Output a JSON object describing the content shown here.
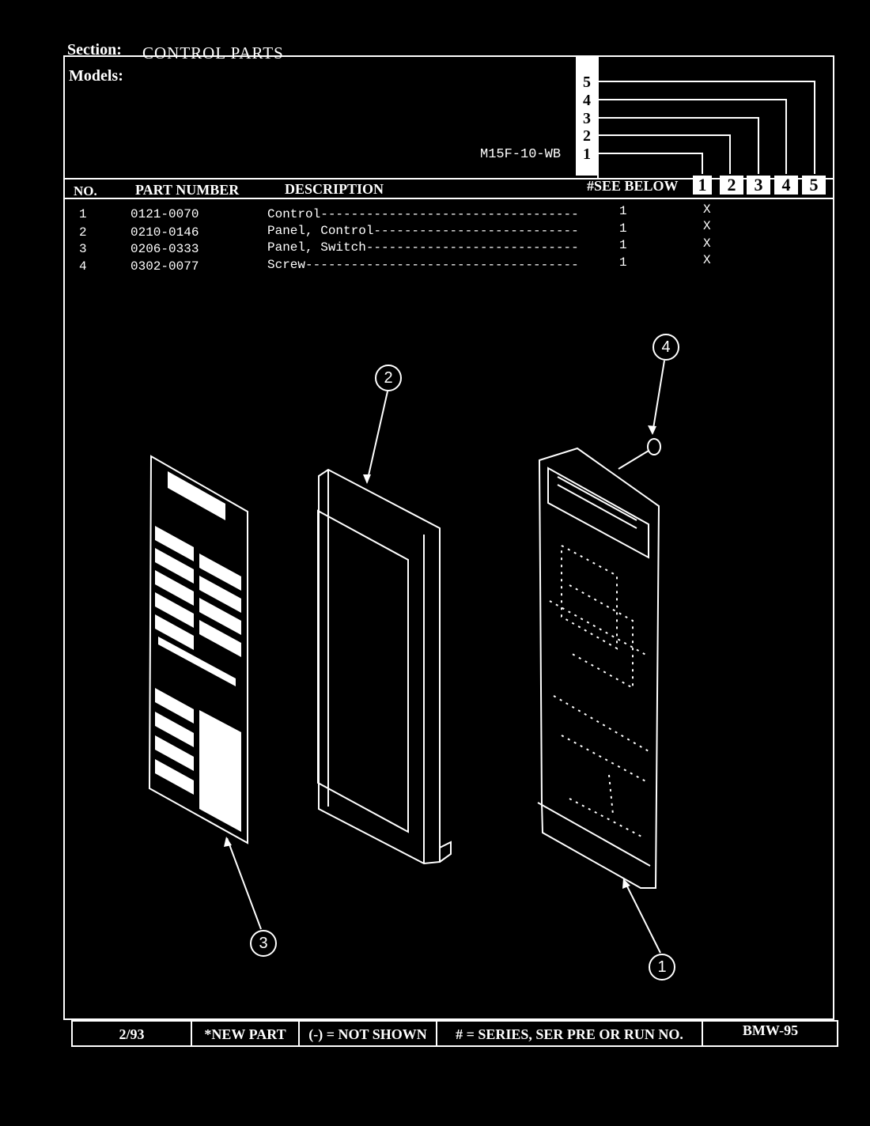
{
  "header": {
    "section_label": "Section:",
    "section_value": "CONTROL PARTS",
    "models_label": "Models:",
    "model_name": "M15F-10-WB",
    "model_series": [
      "5",
      "4",
      "3",
      "2",
      "1"
    ]
  },
  "table": {
    "columns": [
      "NO.",
      "PART NUMBER",
      "DESCRIPTION",
      "#SEE BELOW"
    ],
    "series_columns": [
      "1",
      "2",
      "3",
      "4",
      "5"
    ],
    "rows": [
      {
        "no": "1",
        "part": "0121-0070",
        "desc": "Control----------------------------------",
        "qty": "1",
        "mark": "X"
      },
      {
        "no": "2",
        "part": "0210-0146",
        "desc": "Panel, Control---------------------------",
        "qty": "1",
        "mark": "X"
      },
      {
        "no": "3",
        "part": "0206-0333",
        "desc": "Panel, Switch----------------------------",
        "qty": "1",
        "mark": "X"
      },
      {
        "no": "4",
        "part": "0302-0077",
        "desc": "Screw------------------------------------",
        "qty": "1",
        "mark": "X"
      }
    ]
  },
  "callouts": [
    "1",
    "2",
    "3",
    "4"
  ],
  "footer": {
    "date": "2/93",
    "new_part": "*NEW PART",
    "not_shown": "(-) = NOT SHOWN",
    "series_note": "# = SERIES, SER PRE OR RUN NO.",
    "code": "BMW-95"
  }
}
